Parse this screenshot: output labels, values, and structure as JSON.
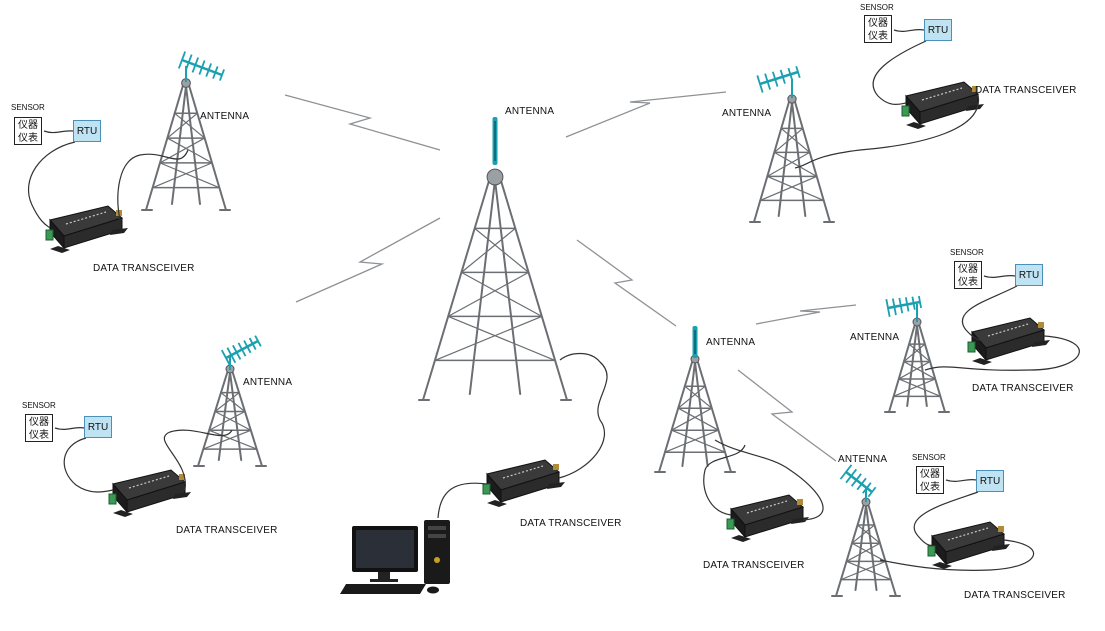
{
  "labels": {
    "antenna": "ANTENNA",
    "data_transceiver": "DATA TRANSCEIVER",
    "sensor": "SENSOR",
    "instrument_line1": "仪器",
    "instrument_line2": "仪表",
    "rtu": "RTU"
  },
  "colors": {
    "tower": "#6b6f73",
    "antenna_accent": "#1aa0b0",
    "rtu_fill": "#bfe3f2",
    "transceiver_body": "#2b2b2b",
    "terminal_green": "#3a9a55"
  },
  "icons": [
    "yagi-antenna-icon",
    "whip-antenna-icon",
    "lattice-tower-icon",
    "data-transceiver-icon",
    "desktop-computer-icon",
    "radio-link-icon"
  ]
}
